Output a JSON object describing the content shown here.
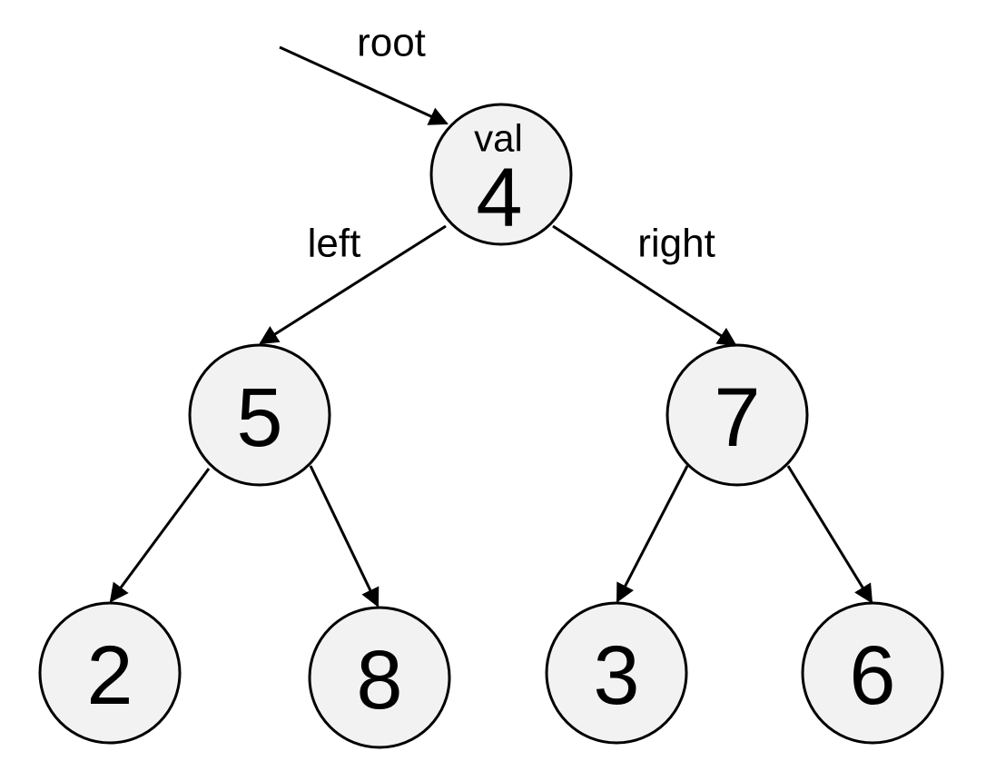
{
  "tree": {
    "root_pointer_label": "root",
    "left_label": "left",
    "right_label": "right",
    "value_field_label": "val",
    "nodes": {
      "root": "4",
      "left": "5",
      "right": "7",
      "left_left": "2",
      "left_right": "8",
      "right_left": "3",
      "right_right": "6"
    }
  },
  "colors": {
    "node_fill": "#f2f2f2",
    "stroke": "#000000"
  }
}
